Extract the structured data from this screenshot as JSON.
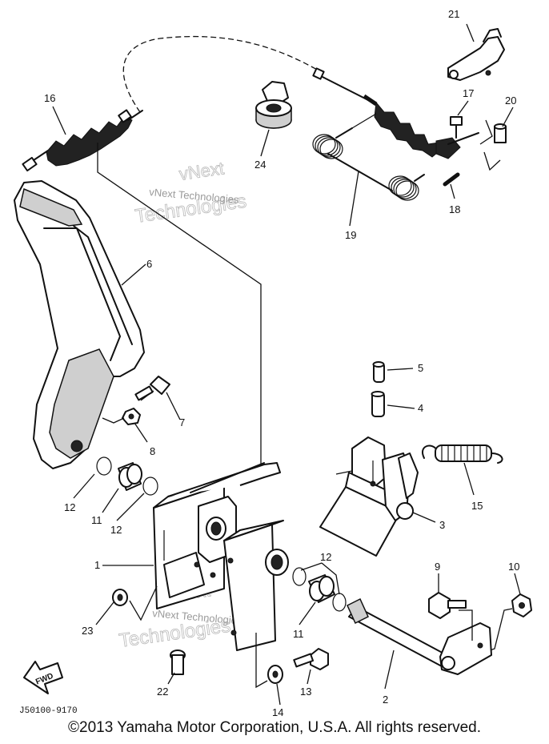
{
  "callouts": [
    "1",
    "2",
    "3",
    "4",
    "5",
    "6",
    "7",
    "8",
    "9",
    "10",
    "11",
    "11",
    "12",
    "12",
    "12",
    "13",
    "14",
    "15",
    "16",
    "17",
    "18",
    "19",
    "20",
    "21",
    "22",
    "23",
    "24"
  ],
  "watermark": {
    "brand_small": "vNext Technologies",
    "outline_top": "vNext",
    "outline_bottom": "Technologies"
  },
  "fwd_label": "FWD",
  "diagram_code": "J50100-9170",
  "copyright": "©2013 Yamaha Motor Corporation, U.S.A. All rights reserved."
}
